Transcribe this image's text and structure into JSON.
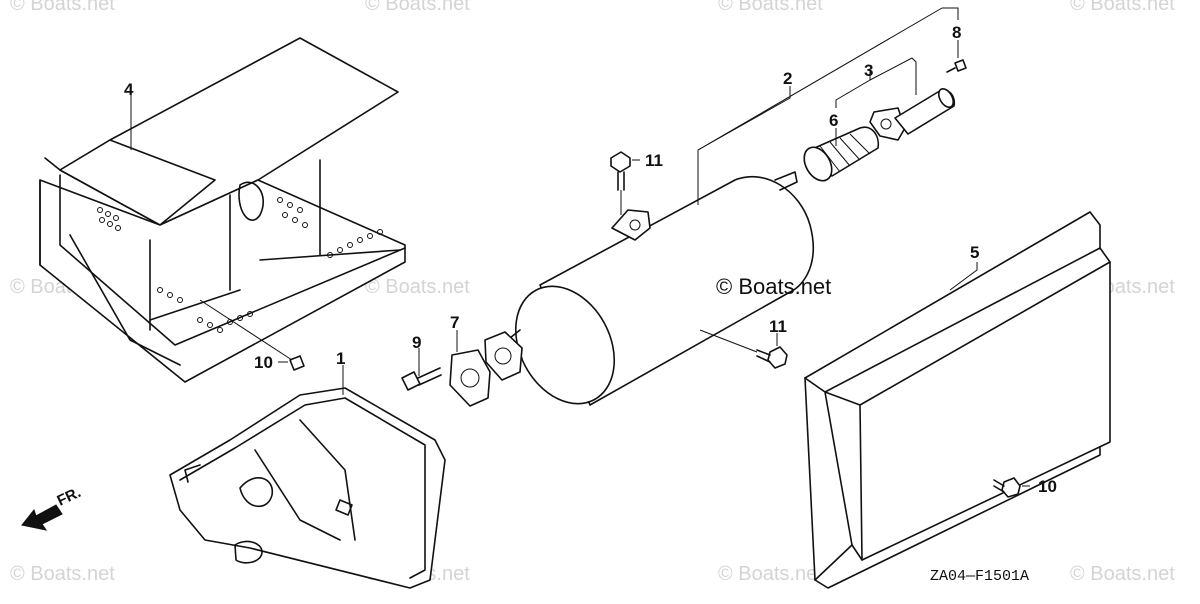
{
  "watermark": {
    "text": "© Boats.net",
    "center_text": "© Boats.net"
  },
  "diagram_code": "ZA04—F1501A",
  "direction_label": "FR.",
  "callouts": {
    "c1": "1",
    "c2": "2",
    "c3": "3",
    "c4": "4",
    "c5": "5",
    "c6": "6",
    "c7": "7",
    "c8": "8",
    "c9": "9",
    "c10a": "10",
    "c10b": "10",
    "c11a": "11",
    "c11b": "11"
  },
  "icons": {
    "direction_arrow": "arrow-down-left-icon"
  }
}
